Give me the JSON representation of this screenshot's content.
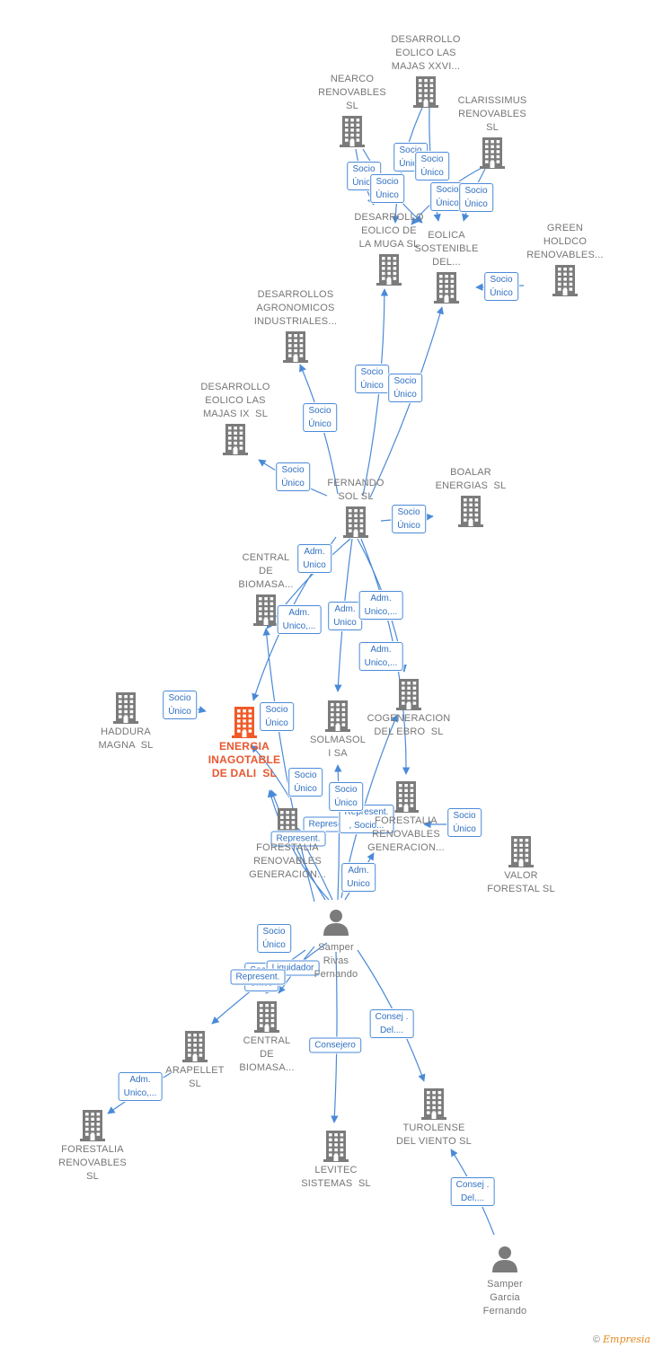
{
  "colors": {
    "edge": "#4a8ad8",
    "company": "#7b7b7b",
    "focus": "#f05a28",
    "edge_text": "#2f6fc2"
  },
  "nodes": [
    {
      "id": "majas_xxvi",
      "type": "company",
      "icon": "building-icon",
      "label": "DESARROLLO\nEOLICO LAS\nMAJAS XXVI..."
    },
    {
      "id": "nearco",
      "type": "company",
      "icon": "building-icon",
      "label": "NEARCO\nRENOVABLES\nSL"
    },
    {
      "id": "clarissimus",
      "type": "company",
      "icon": "building-icon",
      "label": "CLARISSIMUS\nRENOVABLES\nSL"
    },
    {
      "id": "muga",
      "type": "company",
      "icon": "building-icon",
      "label": "DESARROLLO\nEOLICO DE\nLA MUGA SL"
    },
    {
      "id": "eolica_sostenible",
      "type": "company",
      "icon": "building-icon",
      "label": "EOLICA\nSOSTENIBLE\nDEL..."
    },
    {
      "id": "green_holdco",
      "type": "company",
      "icon": "building-icon",
      "label": "GREEN\nHOLDCO\nRENOVABLES..."
    },
    {
      "id": "agronomicos",
      "type": "company",
      "icon": "building-icon",
      "label": "DESARROLLOS\nAGRONOMICOS\nINDUSTRIALES..."
    },
    {
      "id": "majas_ix",
      "type": "company",
      "icon": "building-icon",
      "label": "DESARROLLO\nEOLICO LAS\nMAJAS IX  SL"
    },
    {
      "id": "fernando_sol",
      "type": "company",
      "icon": "building-icon",
      "label": "FERNANDO\nSOL SL"
    },
    {
      "id": "boalar",
      "type": "company",
      "icon": "building-icon",
      "label": "BOALAR\nENERGIAS  SL"
    },
    {
      "id": "biomasa_top",
      "type": "company",
      "icon": "building-icon",
      "label": "CENTRAL\nDE\nBIOMASA..."
    },
    {
      "id": "haddura",
      "type": "company",
      "icon": "building-icon",
      "label": "HADDURA\nMAGNA  SL"
    },
    {
      "id": "energia_dali",
      "type": "focus",
      "icon": "building-icon",
      "label": "ENERGIA\nINAGOTABLE\nDE DALI  SL"
    },
    {
      "id": "solmasol",
      "type": "company",
      "icon": "building-icon",
      "label": "SOLMASOL\nI SA"
    },
    {
      "id": "cogeneracion",
      "type": "company",
      "icon": "building-icon",
      "label": "COGENERACION\nDEL EBRO  SL"
    },
    {
      "id": "forestalia_right",
      "type": "company",
      "icon": "building-icon",
      "label": "FORESTALIA\nRENOVABLES\nGENERACION..."
    },
    {
      "id": "forestalia_mid",
      "type": "company",
      "icon": "building-icon",
      "label": "FORESTALIA\nRENOVABLES\nGENERACION..."
    },
    {
      "id": "valor_forestal",
      "type": "company",
      "icon": "building-icon",
      "label": "VALOR\nFORESTAL SL"
    },
    {
      "id": "samper_rivas",
      "type": "person",
      "icon": "person-icon",
      "label": "Samper\nRivas\nFernando"
    },
    {
      "id": "biomasa_bottom",
      "type": "company",
      "icon": "building-icon",
      "label": "CENTRAL\nDE\nBIOMASA..."
    },
    {
      "id": "arapellet",
      "type": "company",
      "icon": "building-icon",
      "label": "ARAPELLET\nSL"
    },
    {
      "id": "forestalia_sl",
      "type": "company",
      "icon": "building-icon",
      "label": "FORESTALIA\nRENOVABLES\nSL"
    },
    {
      "id": "levitec",
      "type": "company",
      "icon": "building-icon",
      "label": "LEVITEC\nSISTEMAS  SL"
    },
    {
      "id": "turolense",
      "type": "company",
      "icon": "building-icon",
      "label": "TUROLENSE\nDEL VIENTO SL"
    },
    {
      "id": "samper_garcia",
      "type": "person",
      "icon": "person-icon",
      "label": "Samper\nGarcia\nFernando"
    }
  ],
  "edges": [
    {
      "from": "majas_xxvi",
      "to": "muga",
      "label": "Socio\nÚnico"
    },
    {
      "from": "majas_xxvi",
      "to": "eolica_sostenible",
      "label": "Socio\nÚnico"
    },
    {
      "from": "nearco",
      "to": "muga",
      "label": "Socio\nÚnico"
    },
    {
      "from": "nearco",
      "to": "eolica_sostenible",
      "label": "Socio\nÚnico"
    },
    {
      "from": "clarissimus",
      "to": "muga",
      "label": "Socio\nÚnico"
    },
    {
      "from": "clarissimus",
      "to": "eolica_sostenible",
      "label": "Socio\nÚnico"
    },
    {
      "from": "green_holdco",
      "to": "eolica_sostenible",
      "label": "Socio\nÚnico"
    },
    {
      "from": "fernando_sol",
      "to": "muga",
      "label": "Socio\nÚnico"
    },
    {
      "from": "fernando_sol",
      "to": "eolica_sostenible",
      "label": "Socio\nÚnico"
    },
    {
      "from": "fernando_sol",
      "to": "agronomicos",
      "label": "Socio\nÚnico"
    },
    {
      "from": "fernando_sol",
      "to": "majas_ix",
      "label": "Socio\nÚnico"
    },
    {
      "from": "fernando_sol",
      "to": "boalar",
      "label": "Socio\nÚnico"
    },
    {
      "from": "fernando_sol",
      "to": "energia_dali",
      "label": "Adm.\nUnico"
    },
    {
      "from": "fernando_sol",
      "to": "biomasa_top",
      "label": "Adm.\nUnico,..."
    },
    {
      "from": "fernando_sol",
      "to": "solmasol",
      "label": "Adm.\nUnico"
    },
    {
      "from": "fernando_sol",
      "to": "cogeneracion",
      "label": "Adm.\nUnico,..."
    },
    {
      "from": "fernando_sol",
      "to": "forestalia_right",
      "label": "Adm.\nUnico,..."
    },
    {
      "from": "haddura",
      "to": "energia_dali",
      "label": "Socio\nÚnico"
    },
    {
      "from": "forestalia_mid",
      "to": "energia_dali",
      "label": "Socio\nÚnico"
    },
    {
      "from": "samper_rivas",
      "to": "energia_dali",
      "label": "Socio\nÚnico"
    },
    {
      "from": "samper_rivas",
      "to": "forestalia_mid",
      "label": "Represent."
    },
    {
      "from": "samper_rivas",
      "to": "forestalia_mid",
      "label": "Represent."
    },
    {
      "from": "samper_rivas",
      "to": "biomasa_top",
      "label": "Socio\nÚnico"
    },
    {
      "from": "samper_rivas",
      "to": "cogeneracion",
      "label": "Represent.\n, Socio..."
    },
    {
      "from": "samper_rivas",
      "to": "forestalia_right",
      "label": "Adm.\nUnico"
    },
    {
      "from": "valor_forestal",
      "to": "forestalia_right",
      "label": "Socio\nÚnico"
    },
    {
      "from": "samper_rivas",
      "to": "solmasol",
      "label": "Socio\nÚnico"
    },
    {
      "from": "samper_rivas",
      "to": "biomasa_bottom",
      "label": "Socio\nÚnico"
    },
    {
      "from": "samper_rivas",
      "to": "biomasa_bottom",
      "label": "Liquidador"
    },
    {
      "from": "samper_rivas",
      "to": "arapellet",
      "label": "Represent."
    },
    {
      "from": "arapellet",
      "to": "forestalia_sl",
      "label": "Adm.\nUnico,..."
    },
    {
      "from": "samper_rivas",
      "to": "levitec",
      "label": "Consejero"
    },
    {
      "from": "samper_rivas",
      "to": "turolense",
      "label": "Consej .\nDel...."
    },
    {
      "from": "samper_garcia",
      "to": "turolense",
      "label": "Consej .\nDel...."
    }
  ],
  "footer": {
    "copyright": "©",
    "brand": "Empresia"
  }
}
